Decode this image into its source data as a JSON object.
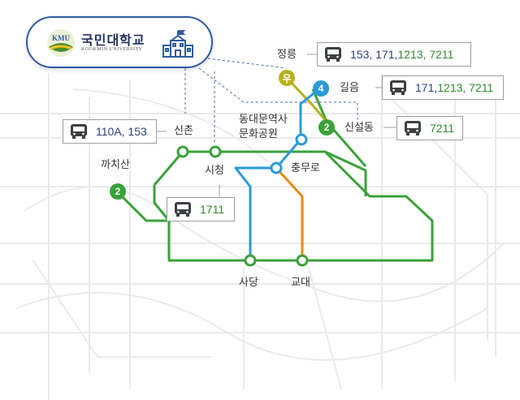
{
  "university": {
    "name_ko": "국민대학교",
    "name_en": "KOOKMIN UNIVERSITY",
    "logo_text": "KMU"
  },
  "stations": {
    "sinchon": "신촌",
    "sicheong": "시청",
    "kkachisan": "까치산",
    "dongdaemun": "동대문역사\n문화공원",
    "chungmuro": "충무로",
    "sadang": "사당",
    "gyodae": "교대",
    "jeongneung": "정릉",
    "gireum": "길음",
    "sinseoldong": "신설동"
  },
  "destination_marker": "우",
  "line_badges": {
    "line2_west": "2",
    "line2_east": "2",
    "line4": "4"
  },
  "bus_routes": {
    "jeongneung": {
      "blue": "153, 171, ",
      "green": "1213, 7211"
    },
    "gireum": {
      "blue": "171, ",
      "green": "1213, 7211"
    },
    "sinseoldong": {
      "blue": "",
      "green": "7211"
    },
    "sinchon": {
      "blue": "110A, 153",
      "green": ""
    },
    "sicheong": {
      "blue": "",
      "green": "1711"
    }
  },
  "colors": {
    "line2": "#3aa23a",
    "line4": "#2b9ad8",
    "line3": "#e98a12",
    "ui_light_rail": "#b9b01e",
    "brand_blue": "#2f5aa3",
    "bus_blue_text": "#2d3f7c",
    "bus_green_text": "#2f8a2f"
  }
}
